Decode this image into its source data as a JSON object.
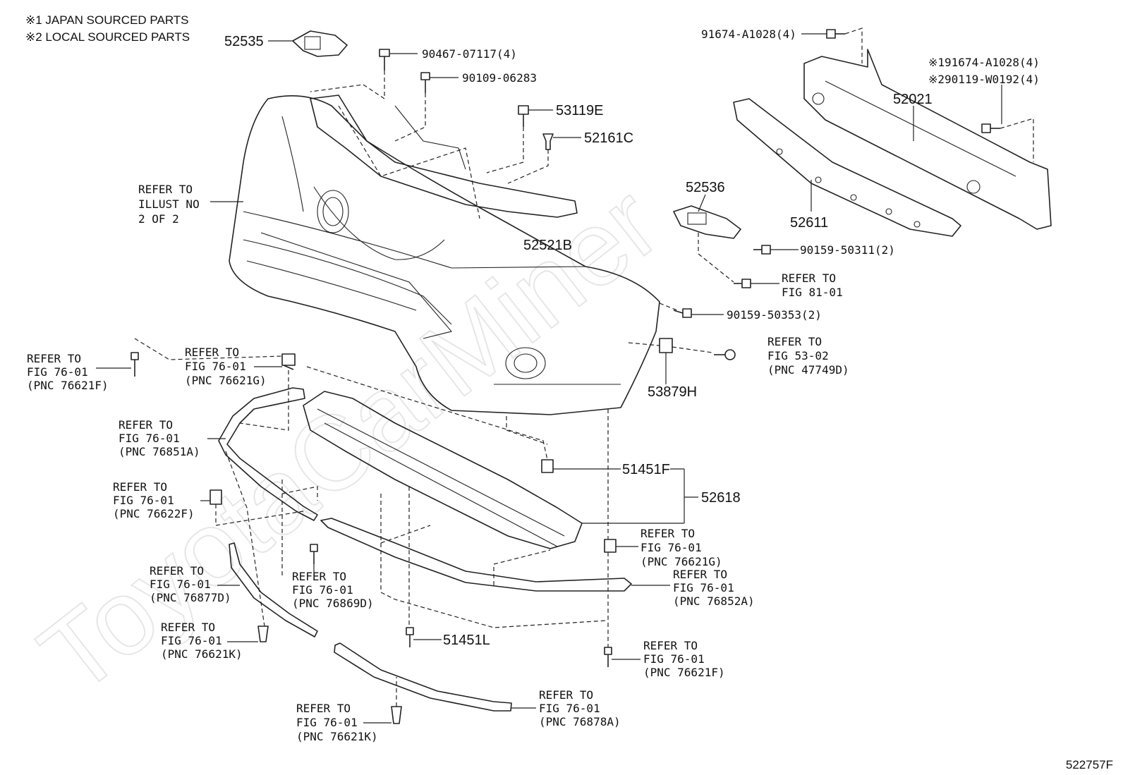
{
  "notes": {
    "note1": "※1 JAPAN SOURCED PARTS",
    "note2": "※2 LOCAL SOURCED PARTS"
  },
  "watermark": "ToyotaCarMiner",
  "diagram_code": "522757F",
  "part_numbers": {
    "p52535": "52535",
    "p90467": "90467-07117(4)",
    "p90109": "90109-06283",
    "p53119E": "53119E",
    "p52161C": "52161C",
    "p52521B": "52521B",
    "p91674_top": "91674-A1028(4)",
    "p91674_j": "※191674-A1028(4)",
    "p90119_l": "※290119-W0192(4)",
    "p52021": "52021",
    "p52536": "52536",
    "p52611": "52611",
    "p90159_311": "90159-50311(2)",
    "p90159_353": "90159-50353(2)",
    "p53879H": "53879H",
    "p51451F": "51451F",
    "p52618": "52618",
    "p51451L": "51451L"
  },
  "refs": {
    "ref_illust": [
      "REFER TO",
      "ILLUST NO",
      "2 OF 2"
    ],
    "ref_fig81": [
      "REFER TO",
      "FIG 81-01"
    ],
    "ref_fig53": [
      "REFER TO",
      "FIG 53-02",
      "(PNC 47749D)"
    ],
    "ref_76621F_left": [
      "REFER TO",
      "FIG 76-01",
      "(PNC 76621F)"
    ],
    "ref_76621G_left": [
      "REFER TO",
      "FIG 76-01",
      "(PNC 76621G)"
    ],
    "ref_76851A": [
      "REFER TO",
      "FIG 76-01",
      "(PNC 76851A)"
    ],
    "ref_76622F": [
      "REFER TO",
      "FIG 76-01",
      "(PNC 76622F)"
    ],
    "ref_76877D": [
      "REFER TO",
      "FIG 76-01",
      "(PNC 76877D)"
    ],
    "ref_76869D": [
      "REFER TO",
      "FIG 76-01",
      "(PNC 76869D)"
    ],
    "ref_76621K_left": [
      "REFER TO",
      "FIG 76-01",
      "(PNC 76621K)"
    ],
    "ref_76621K_bottom": [
      "REFER TO",
      "FIG 76-01",
      "(PNC 76621K)"
    ],
    "ref_76878A": [
      "REFER TO",
      "FIG 76-01",
      "(PNC 76878A)"
    ],
    "ref_76621G_right": [
      "REFER TO",
      "FIG 76-01",
      "(PNC 76621G)"
    ],
    "ref_76852A": [
      "REFER TO",
      "FIG 76-01",
      "(PNC 76852A)"
    ],
    "ref_76621F_right": [
      "REFER TO",
      "FIG 76-01",
      "(PNC 76621F)"
    ]
  }
}
